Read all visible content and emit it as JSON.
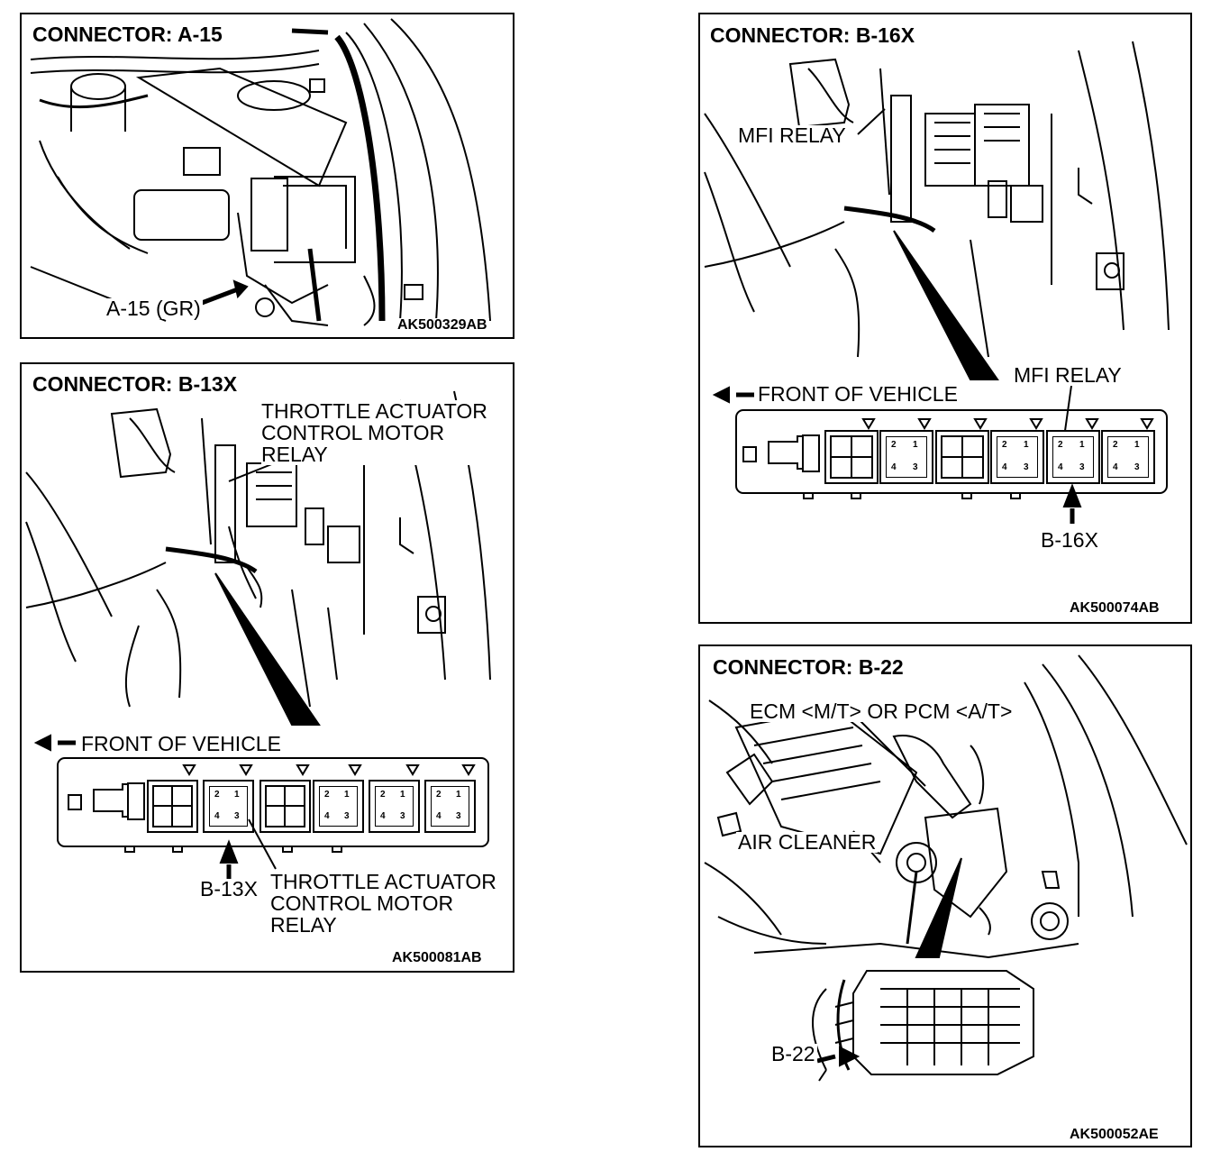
{
  "panels": {
    "a15": {
      "title": "CONNECTOR: A-15",
      "connector_label": "A-15 (GR)",
      "figure_code": "AK500329AB"
    },
    "b13x": {
      "title": "CONNECTOR: B-13X",
      "relay_label_top": "THROTTLE ACTUATOR\nCONTROL MOTOR\nRELAY",
      "front_label": "FRONT OF VEHICLE",
      "connector_label": "B-13X",
      "relay_label_bottom": "THROTTLE ACTUATOR\nCONTROL MOTOR\nRELAY",
      "figure_code": "AK500081AB"
    },
    "b16x": {
      "title": "CONNECTOR: B-16X",
      "relay_label_top": "MFI RELAY",
      "relay_label_detail": "MFI RELAY",
      "front_label": "FRONT OF VEHICLE",
      "connector_label": "B-16X",
      "figure_code": "AK500074AB"
    },
    "b22": {
      "title": "CONNECTOR: B-22",
      "ecm_label": "ECM <M/T> OR PCM <A/T>",
      "air_cleaner_label": "AIR CLEANER",
      "connector_label": "B-22",
      "figure_code": "AK500052AE"
    }
  },
  "relay_pins": [
    "2",
    "1",
    "4",
    "3"
  ]
}
